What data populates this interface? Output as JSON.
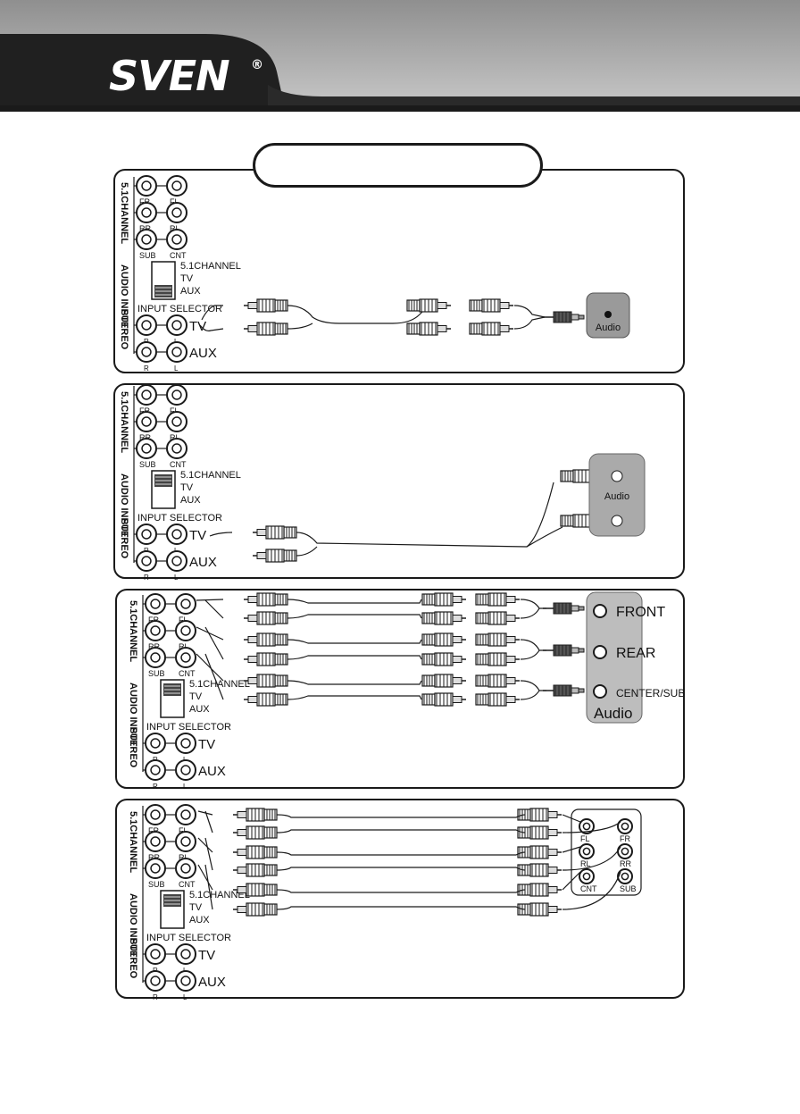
{
  "header": {
    "logo": "SVEN",
    "registered": "®"
  },
  "panel_labels": {
    "channel_51": "5.1CHANNEL",
    "audio_input": "AUDIO INPUT",
    "stereo": "STEREO",
    "input_selector": "INPUT SELECTOR",
    "selector_51": "5.1CHANNEL",
    "tv": "TV",
    "aux": "AUX",
    "fr": "FR",
    "fl": "FL",
    "rr": "RR",
    "rl": "RL",
    "sub": "SUB",
    "cnt": "CNT",
    "r": "R",
    "l": "L"
  },
  "devices": {
    "audio": "Audio",
    "front": "FRONT",
    "rear": "REAR",
    "center_sub": "CENTER/SUB"
  },
  "colors": {
    "header_dark": "#1c1c1c",
    "header_grey": "#a8a8a8",
    "line": "#1a1a1a"
  }
}
